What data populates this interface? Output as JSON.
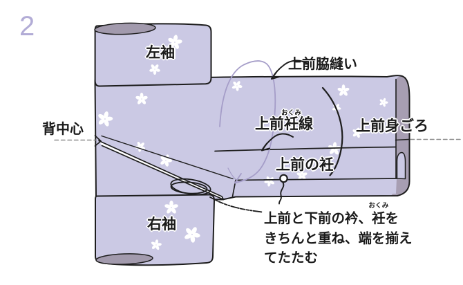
{
  "step_number": "2",
  "colors": {
    "fabric": "#cbc9e4",
    "roll_shadow": "#a79eb2",
    "sleeve_end_shadow": "#a29aad",
    "outline": "#1d1d1d",
    "fold_arrow": "#a59dc8",
    "step_number": "#b2acd6",
    "dashed_line": "#8a8a8a",
    "flower": "#ffffff"
  },
  "labels": {
    "left_sleeve": "左袖",
    "right_sleeve": "右袖",
    "back_center": "背中心",
    "side_seam": "上前脇縫い",
    "okumi_line": {
      "pre": "上前",
      "base": "衽",
      "ruby": "おくみ",
      "post": "線"
    },
    "front_body": "上前身ごろ",
    "front_okumi": "上前の衽"
  },
  "note": {
    "line1_pre": "上前と下前の衿、",
    "line1_ruby_base": "衽",
    "line1_ruby_text": "おくみ",
    "line1_post": "を",
    "line2": "きちんと重ね、端を揃え",
    "line3": "てたたむ"
  }
}
